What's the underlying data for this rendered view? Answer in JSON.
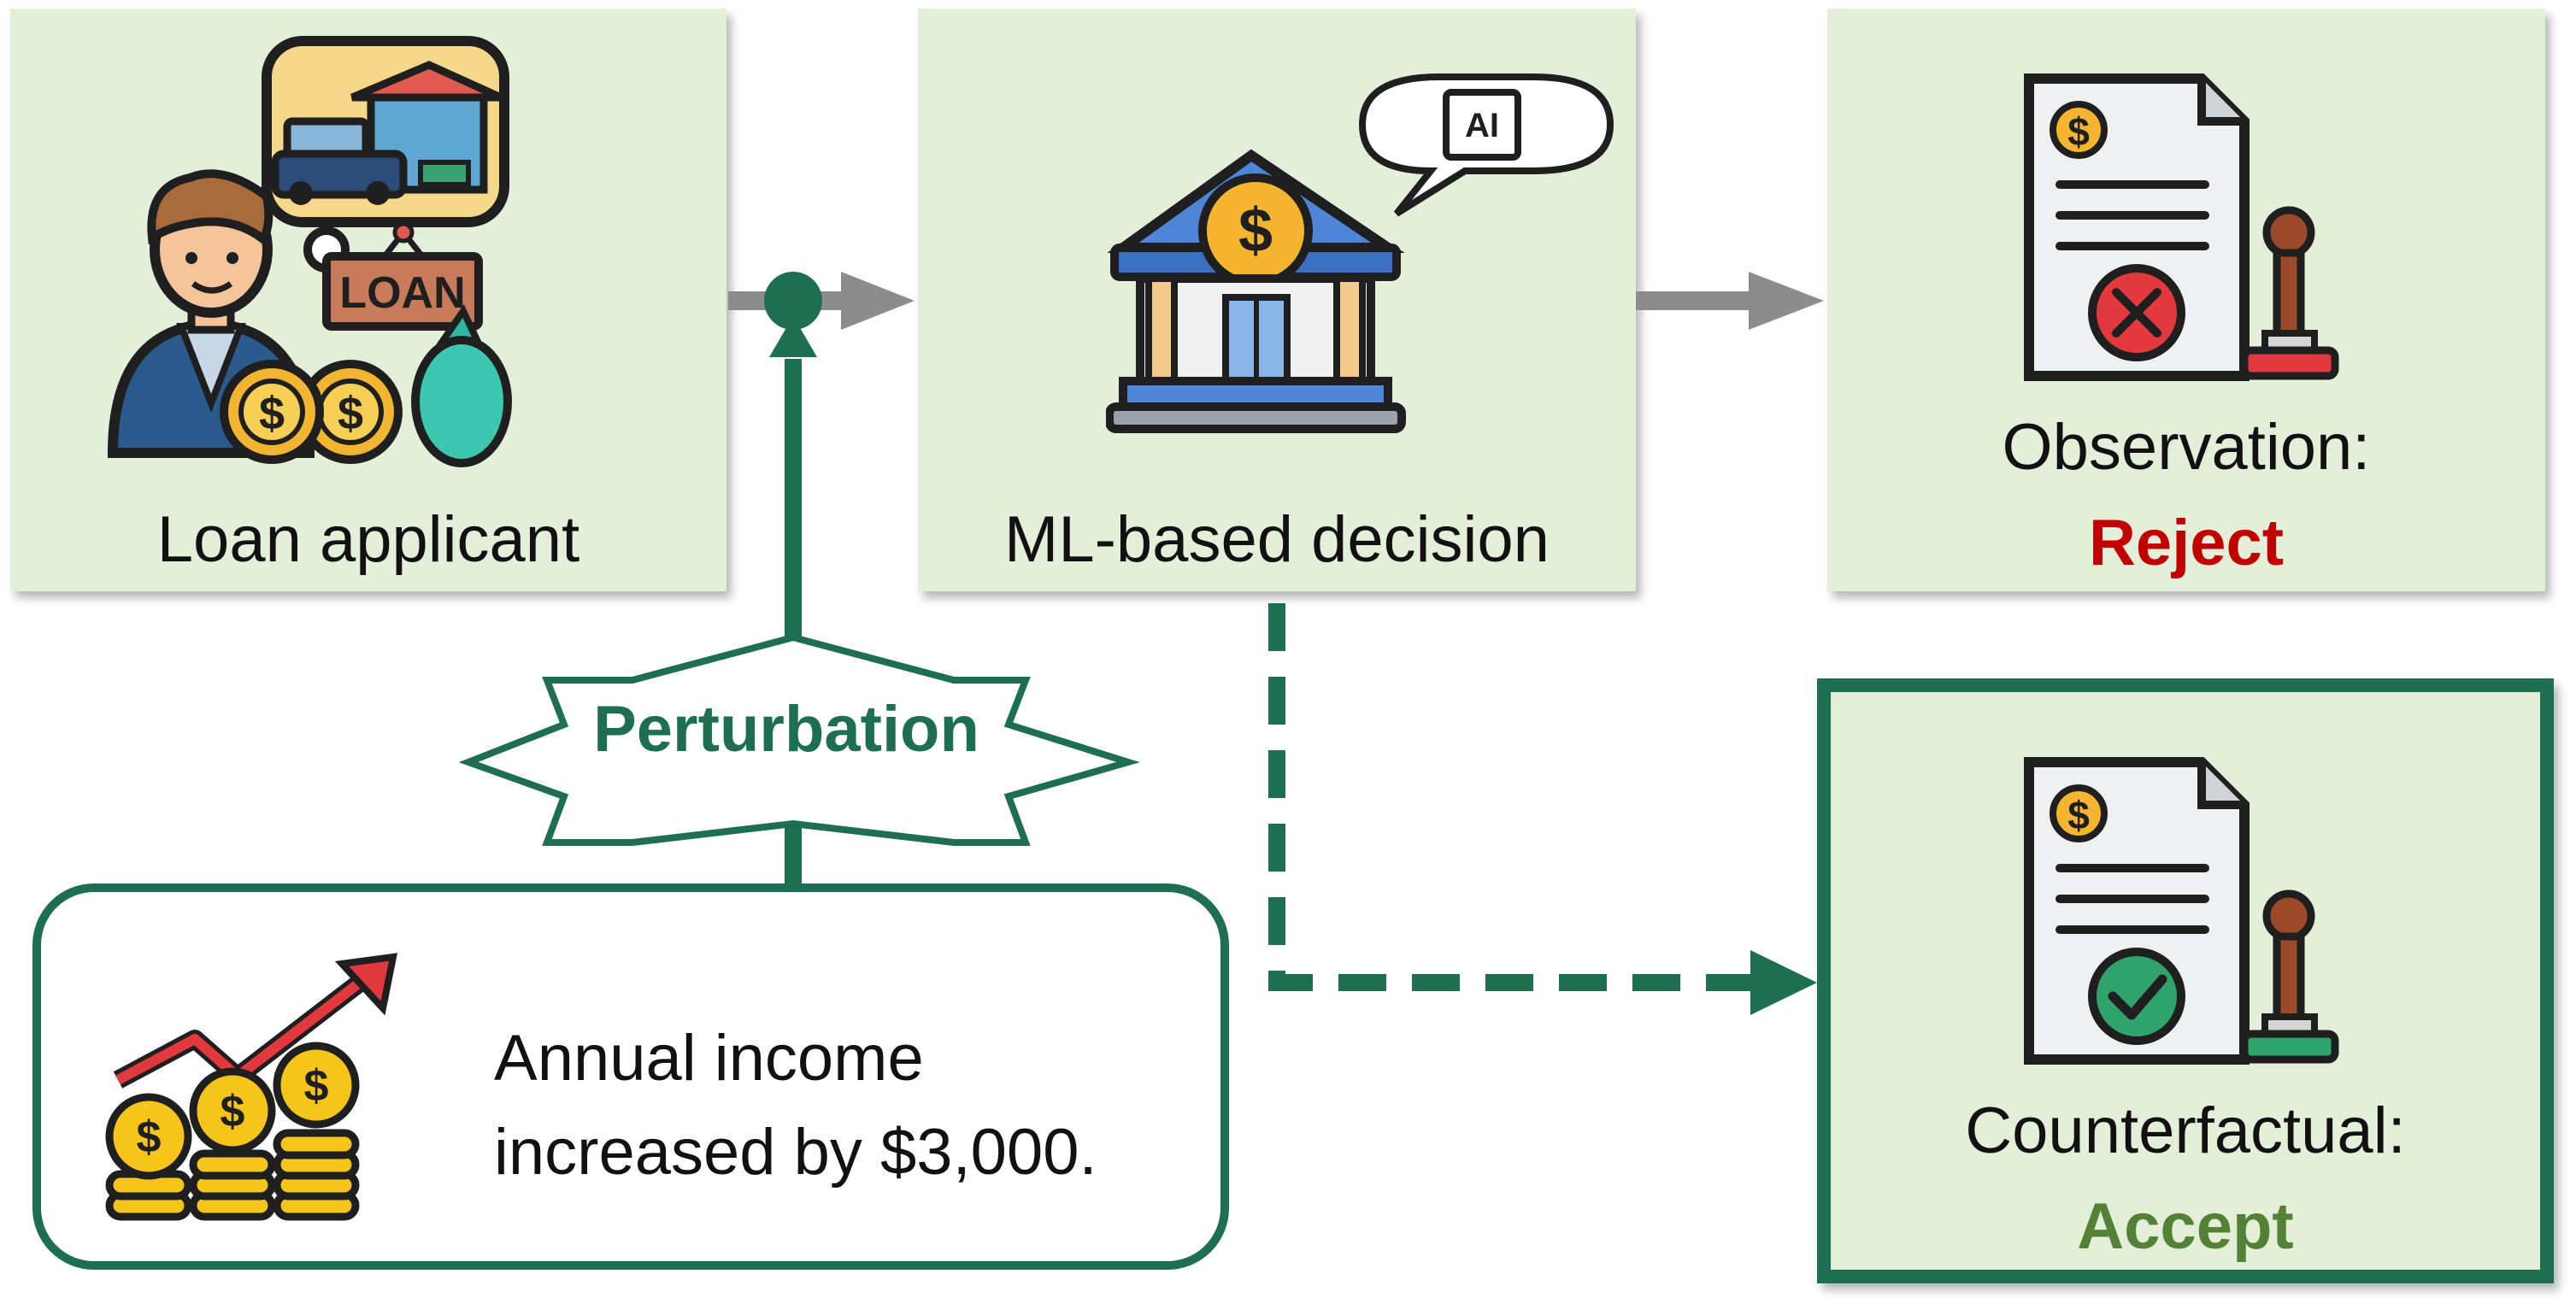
{
  "applicant": {
    "label": "Loan applicant",
    "loan_sign": "LOAN",
    "icon": "loan-applicant-illustration"
  },
  "decision": {
    "label": "ML-based decision",
    "ai_chip": "AI",
    "icon": "bank-ai-illustration"
  },
  "observation": {
    "label": "Observation:",
    "verdict": "Reject",
    "verdict_color": "#c00000",
    "icon": "rejected-document-icon"
  },
  "counterfactual": {
    "label": "Counterfactual:",
    "verdict": "Accept",
    "verdict_color": "#538135",
    "icon": "accepted-document-icon"
  },
  "perturbation": {
    "label": "Perturbation"
  },
  "income": {
    "line1": "Annual income",
    "line2": "increased by $3,000.",
    "icon": "rising-coins-icon"
  },
  "colors": {
    "panel_fill": "#e3efd9",
    "accent_green": "#1e6e52",
    "arrow_gray": "#8c8c8c"
  }
}
